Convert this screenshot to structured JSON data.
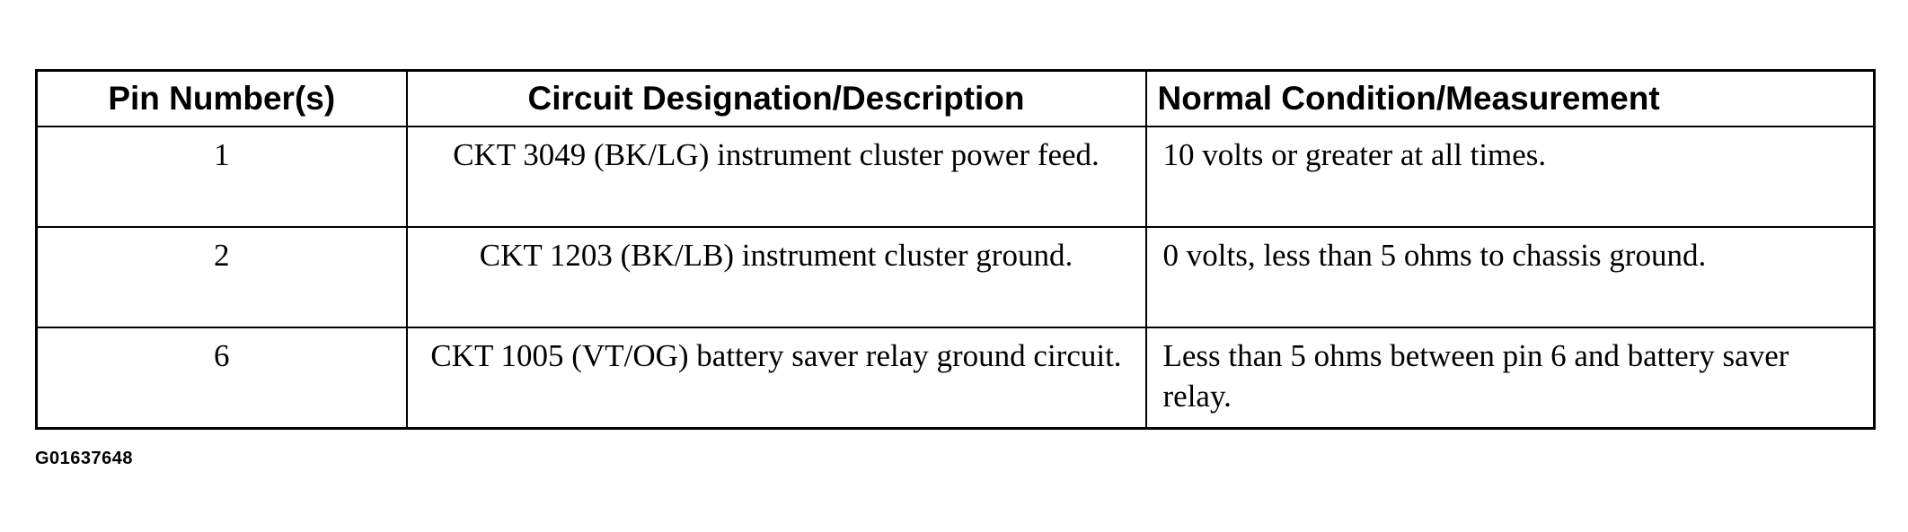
{
  "table": {
    "headers": {
      "pin": "Pin Number(s)",
      "circuit": "Circuit Designation/Description",
      "normal": "Normal Condition/Measurement"
    },
    "rows": [
      {
        "pin": "1",
        "circuit": "CKT 3049 (BK/LG) instrument cluster power feed.",
        "normal": "10 volts or greater at all times."
      },
      {
        "pin": "2",
        "circuit": "CKT 1203 (BK/LB) instrument cluster ground.",
        "normal": "0 volts, less than 5 ohms to chassis ground."
      },
      {
        "pin": "6",
        "circuit": "CKT 1005 (VT/OG) battery saver relay ground circuit.",
        "normal": "Less than 5 ohms between pin 6 and battery saver relay."
      }
    ]
  },
  "figure_id": "G01637648"
}
